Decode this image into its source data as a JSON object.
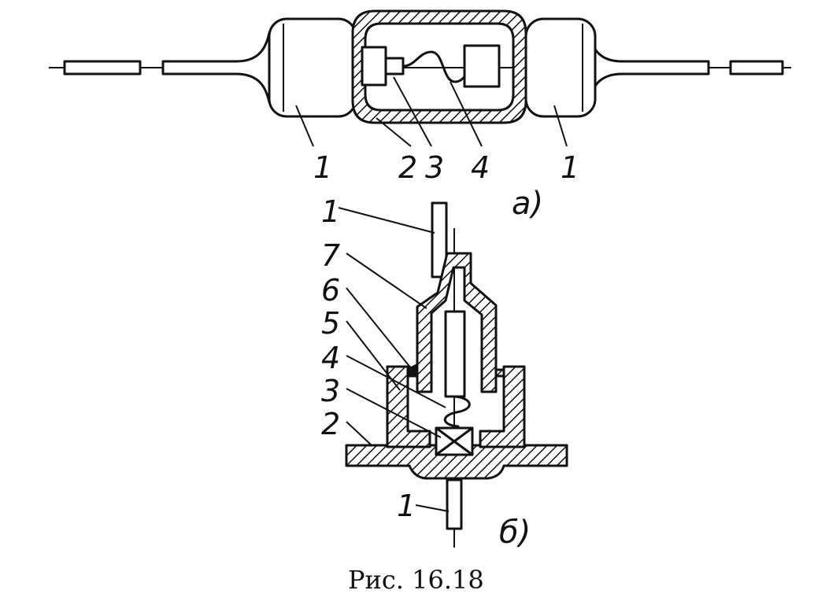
{
  "figure": {
    "part_a": {
      "label": "а)",
      "callouts": [
        "1",
        "2",
        "3",
        "4",
        "1"
      ]
    },
    "part_b": {
      "label": "б)",
      "callouts": [
        "1",
        "7",
        "6",
        "5",
        "4",
        "3",
        "2",
        "1"
      ]
    },
    "caption": "Рис.  16.18"
  },
  "colors": {
    "ink": "#111111",
    "paper": "#ffffff"
  }
}
